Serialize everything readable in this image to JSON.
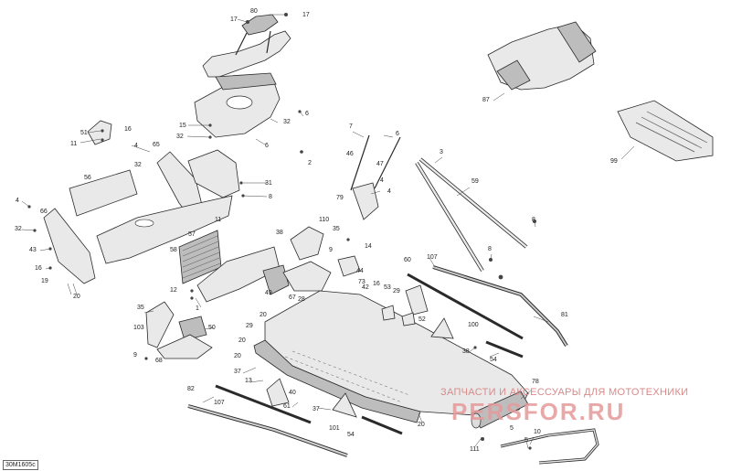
{
  "diagram_code": "30M1605c",
  "watermark": {
    "line1": "ЗАПЧАСТИ И АКСЕССУАРЫ ДЛЯ МОТОТЕХНИКИ",
    "line2": "PERSFOR.RU"
  },
  "callouts": [
    "17",
    "80",
    "17",
    "6",
    "32",
    "15",
    "32",
    "6",
    "16",
    "51",
    "11",
    "4",
    "65",
    "32",
    "2",
    "31",
    "56",
    "8",
    "46",
    "47",
    "7",
    "4",
    "6",
    "3",
    "59",
    "79",
    "4",
    "87",
    "99",
    "4",
    "66",
    "32",
    "43",
    "16",
    "19",
    "20",
    "38",
    "110",
    "35",
    "9",
    "11",
    "57",
    "58",
    "14",
    "44",
    "73",
    "42",
    "16",
    "53",
    "60",
    "107",
    "29",
    "8",
    "8",
    "1",
    "12",
    "49",
    "67",
    "28",
    "52",
    "81",
    "35",
    "103",
    "9",
    "50",
    "68",
    "20",
    "29",
    "20",
    "20",
    "100",
    "38",
    "54",
    "37",
    "13",
    "40",
    "107",
    "61",
    "37",
    "82",
    "101",
    "78",
    "54",
    "5",
    "20",
    "111",
    "10",
    "5"
  ]
}
